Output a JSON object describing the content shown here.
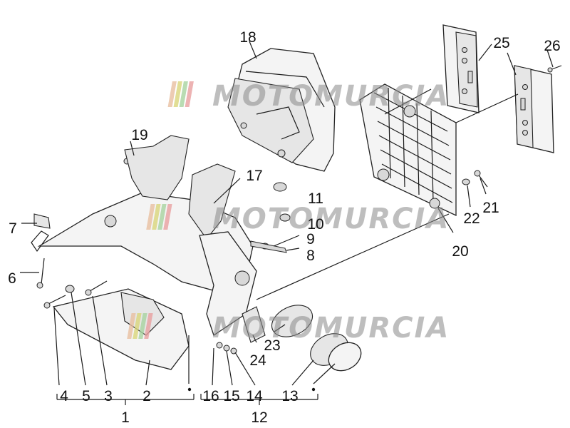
{
  "watermark": {
    "text": "MOTOMURCIA",
    "stripe_colors": [
      "#e8bfa0",
      "#d9d67a",
      "#a7d3a0",
      "#e9a0a0"
    ]
  },
  "callouts": [
    {
      "id": "18",
      "label": "18"
    },
    {
      "id": "25",
      "label": "25"
    },
    {
      "id": "26",
      "label": "26"
    },
    {
      "id": "19",
      "label": "19"
    },
    {
      "id": "17",
      "label": "17"
    },
    {
      "id": "11",
      "label": "11"
    },
    {
      "id": "10",
      "label": "10"
    },
    {
      "id": "7",
      "label": "7"
    },
    {
      "id": "9",
      "label": "9"
    },
    {
      "id": "8",
      "label": "8"
    },
    {
      "id": "6",
      "label": "6"
    },
    {
      "id": "22",
      "label": "22"
    },
    {
      "id": "21",
      "label": "21"
    },
    {
      "id": "20",
      "label": "20"
    },
    {
      "id": "23",
      "label": "23"
    },
    {
      "id": "24",
      "label": "24"
    },
    {
      "id": "4",
      "label": "4"
    },
    {
      "id": "5",
      "label": "5"
    },
    {
      "id": "3",
      "label": "3"
    },
    {
      "id": "2",
      "label": "2"
    },
    {
      "id": "16",
      "label": "16"
    },
    {
      "id": "15",
      "label": "15"
    },
    {
      "id": "14",
      "label": "14"
    },
    {
      "id": "13",
      "label": "13"
    },
    {
      "id": "1",
      "label": "1"
    },
    {
      "id": "12",
      "label": "12"
    }
  ]
}
